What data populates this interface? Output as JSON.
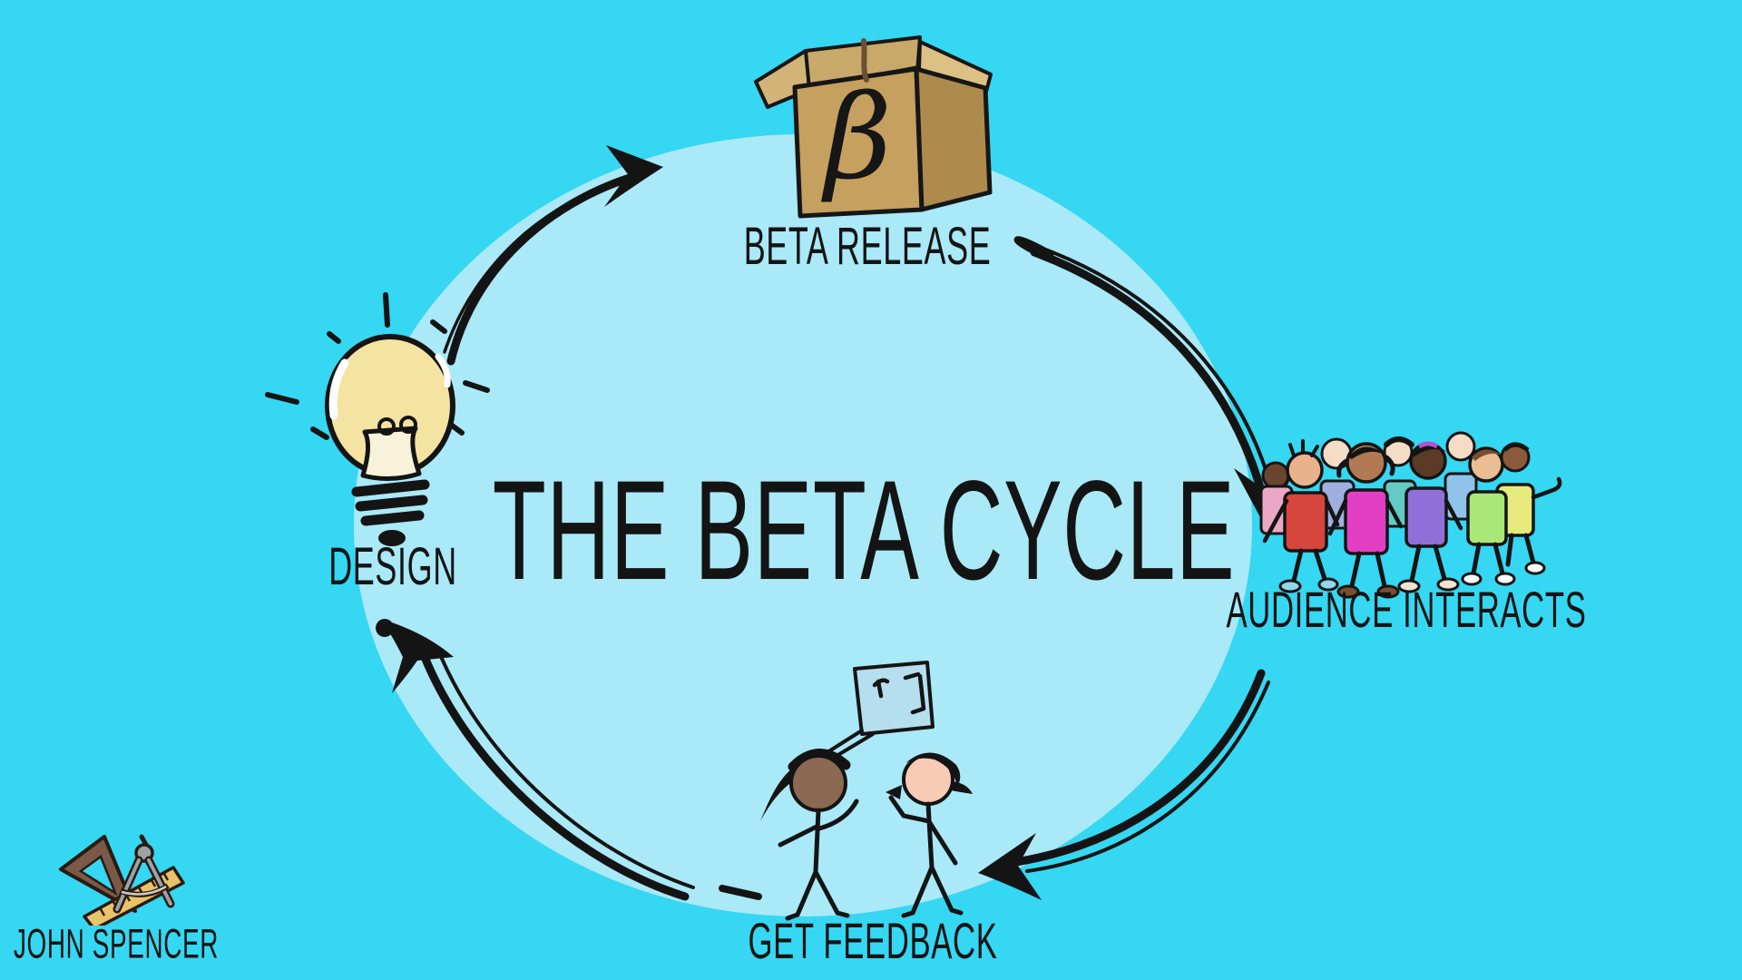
{
  "title": "THE BETA CYCLE",
  "stages": [
    {
      "label": "DESIGN",
      "icon": "lightbulb-icon"
    },
    {
      "label": "BETA RELEASE",
      "icon": "beta-box-icon",
      "symbol": "β"
    },
    {
      "label": "AUDIENCE INTERACTS",
      "icon": "audience-crowd-icon"
    },
    {
      "label": "GET FEEDBACK",
      "icon": "feedback-conversation-icon"
    }
  ],
  "attribution": {
    "name": "JOHN SPENCER",
    "icon": "drafting-tools-logo-icon"
  },
  "colors": {
    "background": "#35D7F2",
    "inner_circle": "#A9E9F8",
    "ink": "#141414",
    "box_tan": "#C5A05E",
    "bulb_yellow": "#F4E3A1",
    "bubble_blue": "#B5DFEE"
  }
}
